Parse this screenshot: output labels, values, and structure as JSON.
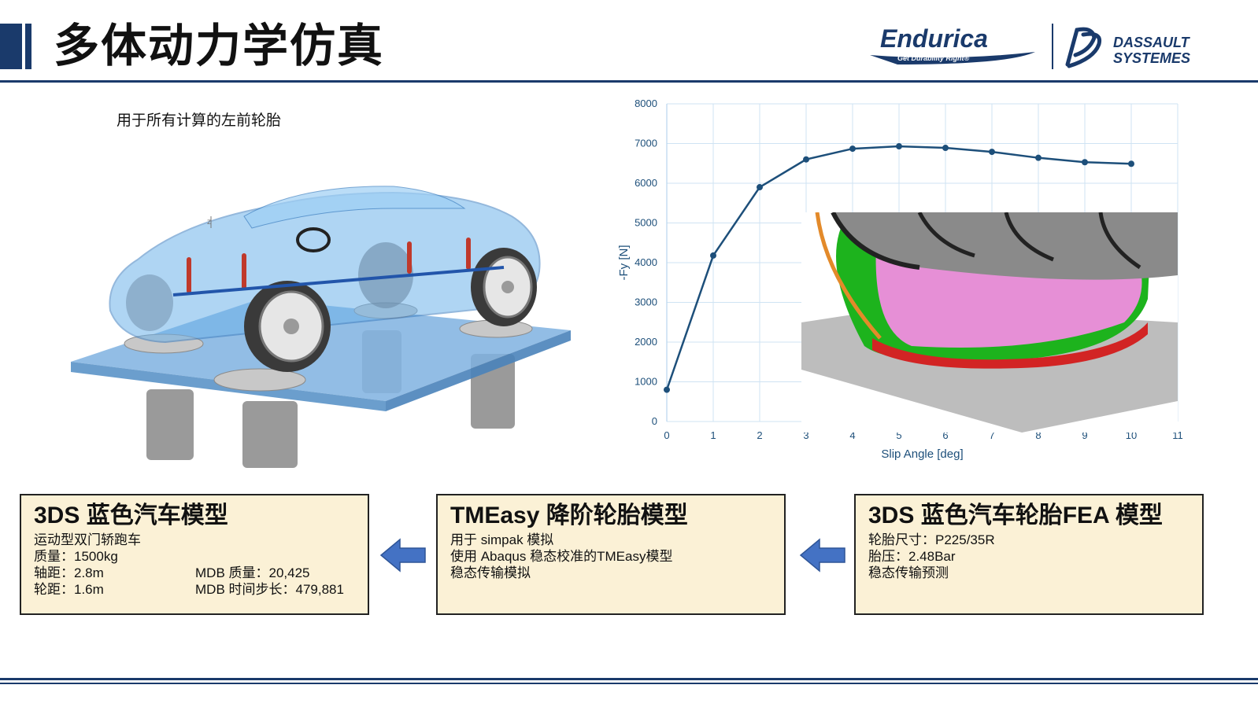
{
  "page": {
    "title": "多体动力学仿真"
  },
  "logos": {
    "endurica_name": "Endurica",
    "endurica_tagline": "Get Durability Right®",
    "ds_line1": "DASSAULT",
    "ds_line2": "SYSTEMES"
  },
  "caption": "用于所有计算的左前轮胎",
  "scene": {
    "axis_label": "z"
  },
  "chart_data": {
    "type": "line",
    "xlabel": "Slip Angle [deg]",
    "ylabel": "-Fy [N]",
    "xlim": [
      0,
      11
    ],
    "ylim": [
      0,
      8000
    ],
    "xticks": [
      "0",
      "1",
      "2",
      "3",
      "4",
      "5",
      "6",
      "7",
      "8",
      "9",
      "10",
      "11"
    ],
    "yticks": [
      "0",
      "1000",
      "2000",
      "3000",
      "4000",
      "5000",
      "6000",
      "7000",
      "8000"
    ],
    "grid": true,
    "series": [
      {
        "x": [
          0,
          1,
          2,
          3,
          4,
          5,
          6,
          7,
          8,
          9,
          10
        ],
        "y": [
          800,
          4180,
          5900,
          6600,
          6870,
          6930,
          6890,
          6790,
          6640,
          6530,
          6490
        ],
        "color": "#1d4f7a"
      }
    ]
  },
  "cards": {
    "car_model": {
      "title": "3DS 蓝色汽车模型",
      "line1": "运动型双门轿跑车",
      "line2": "质量：1500kg",
      "line3": "轴距：2.8m",
      "line4": "轮距：1.6m",
      "mdb_mass": "MDB 质量：20,425",
      "mdb_steps": "MDB 时间步长：479,881"
    },
    "tmeasy": {
      "title": "TMEasy 降阶轮胎模型",
      "line1": "用于 simpak 模拟",
      "line2": "使用 Abaqus 稳态校准的TMEasy模型",
      "line3": "稳态传输模拟"
    },
    "tire_fea": {
      "title": "3DS 蓝色汽车轮胎FEA 模型",
      "line1": "轮胎尺寸：P225/35R",
      "line2": "胎压：2.48Bar",
      "line3": "稳态传输预测"
    }
  },
  "colors": {
    "accent": "#1a3a6b",
    "card_bg": "#fbf1d6",
    "arrow": "#4472c4"
  },
  "icons": {
    "flow_arrow": "arrow-left-icon"
  }
}
